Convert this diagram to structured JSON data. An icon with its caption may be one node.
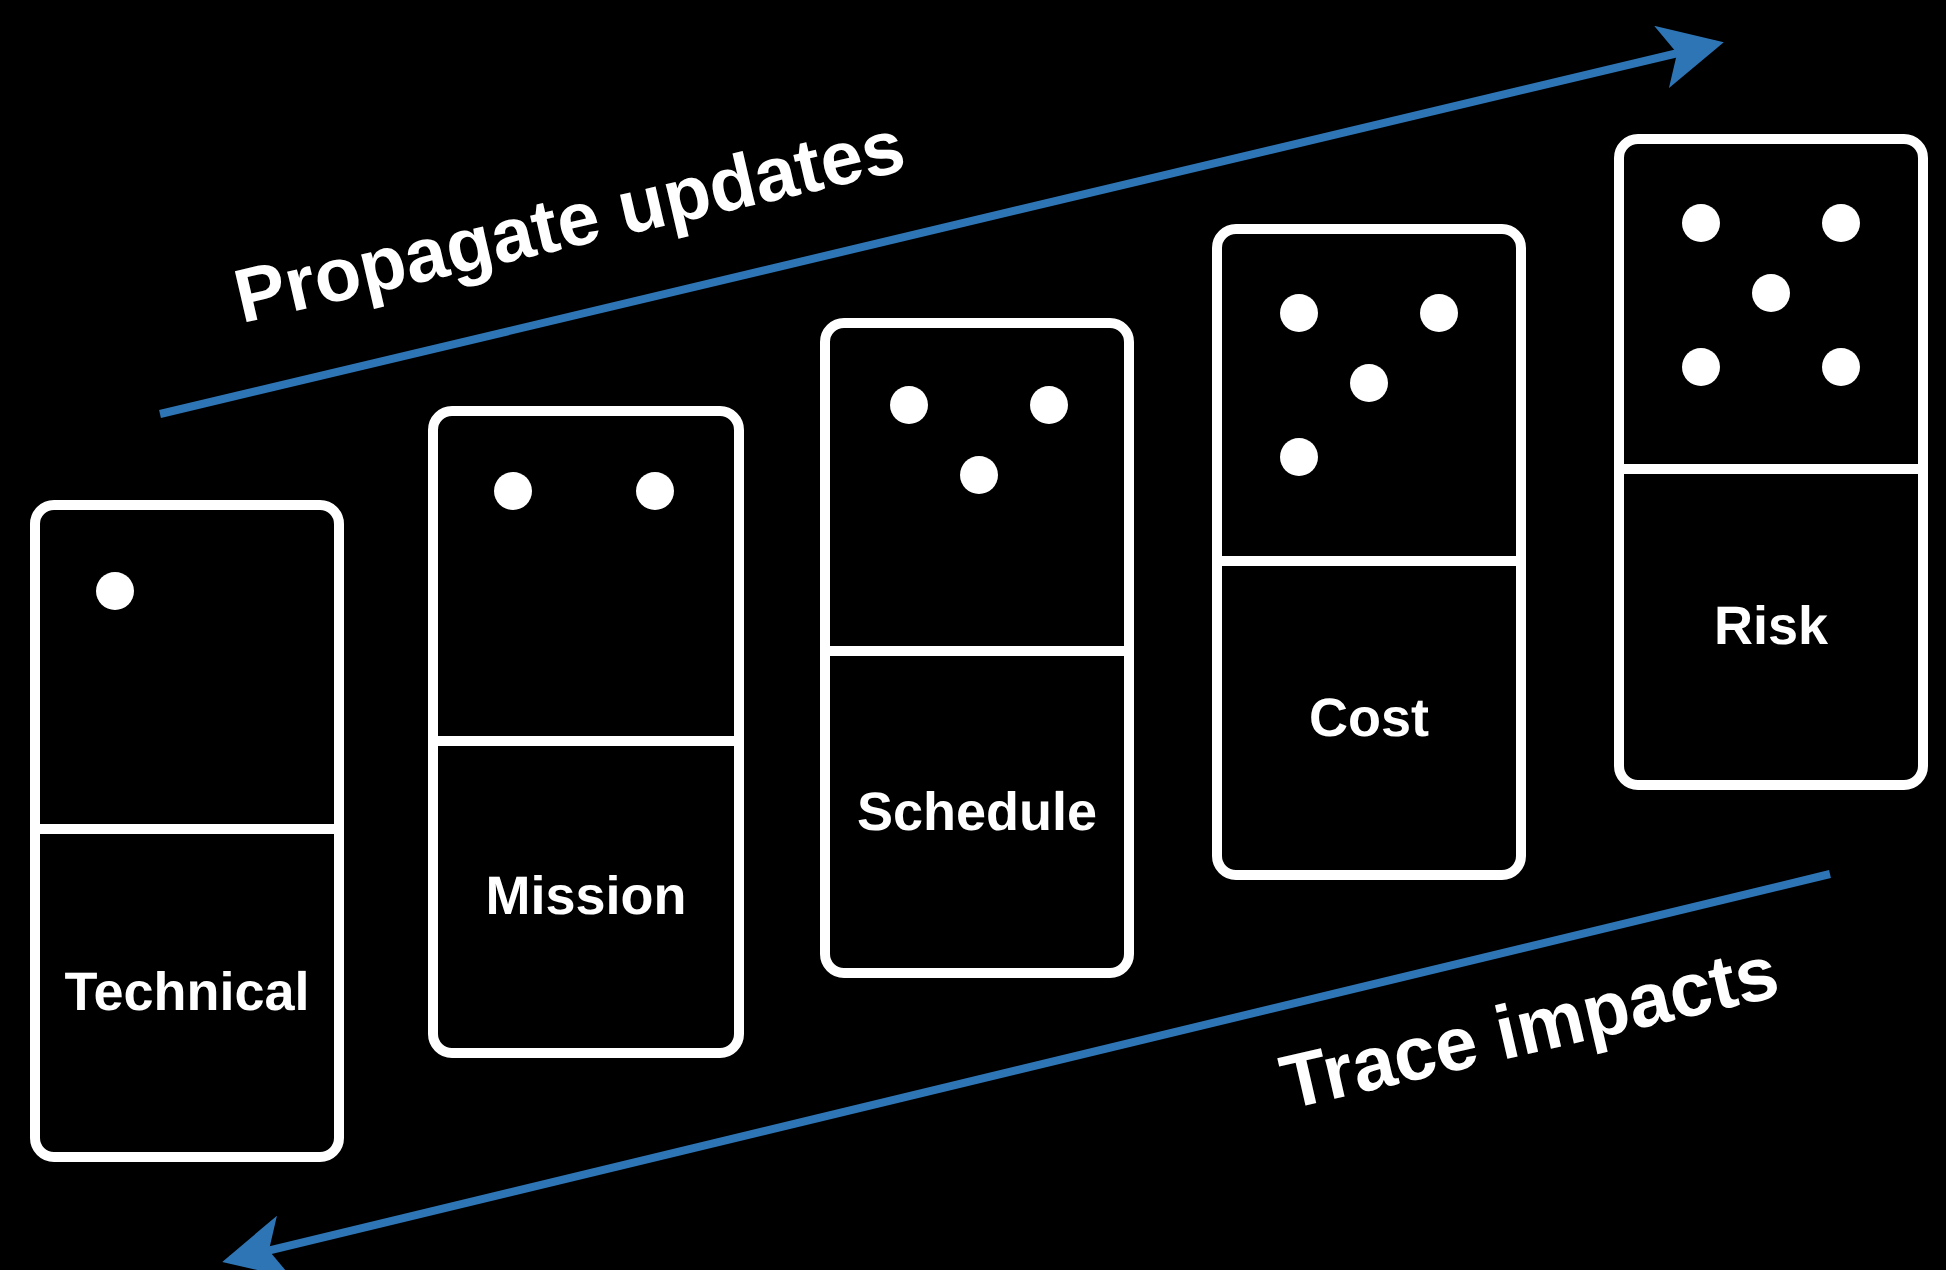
{
  "diagram": {
    "nodes": [
      {
        "text": [
          "Technical"
        ]
      },
      {
        "text": [
          "Mission"
        ]
      },
      {
        "text": [
          "Schedule"
        ]
      },
      {
        "text": [
          "Cost"
        ]
      },
      {
        "text": [
          "Risk"
        ]
      }
    ],
    "labels": [
      "Propagate updates",
      "Trace impacts"
    ]
  }
}
